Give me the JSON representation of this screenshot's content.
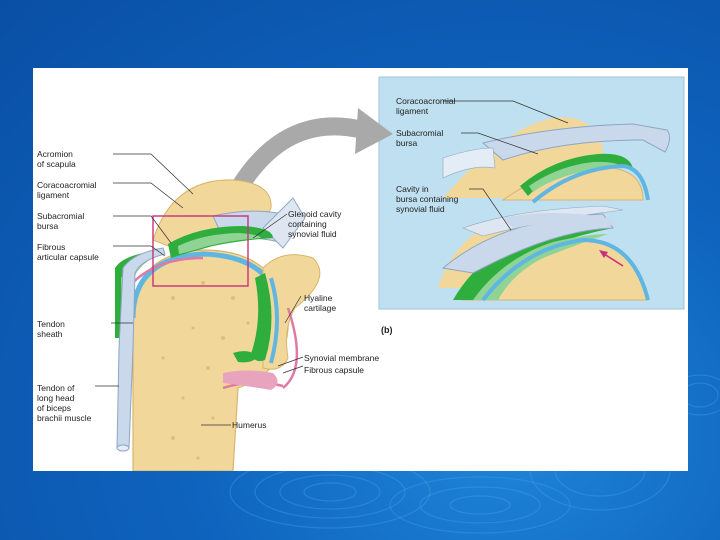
{
  "figure": {
    "left_labels": {
      "acromion": "Acromion\nof scapula",
      "coracoacromial": "Coracoacromial\nligament",
      "subacromial": "Subacromial\nbursa",
      "fibrous_capsule": "Fibrous\narticular capsule",
      "tendon_sheath": "Tendon\nsheath",
      "biceps_tendon": "Tendon of\nlong head\nof biceps\nbrachii muscle"
    },
    "right_labels": {
      "glenoid": "Glenoid cavity\ncontaining\nsynovial fluid",
      "hyaline": "Hyaline\ncartilage",
      "synovial_membrane": "Synovial membrane",
      "fibrous_capsule": "Fibrous capsule",
      "humerus": "Humerus"
    },
    "inset": {
      "part_label": "(b)",
      "coracoacromial": "Coracoacromial\nligament",
      "subacromial": "Subacromial\nbursa",
      "cavity": "Cavity in\nbursa containing\nsynovial fluid"
    }
  },
  "colors": {
    "slide_background": "#0e63bd",
    "inset_background": "#bfe0f0",
    "bone": "#f1d79a",
    "bone_dark": "#d9b56b",
    "ligament": "#c9d8ea",
    "bursa_green": "#2fae3d",
    "cartilage_blue": "#5fb6e2",
    "capsule_pink": "#e07aa2",
    "arrow_gray": "#a9a9a9",
    "pointer_magenta": "#c8327a"
  }
}
